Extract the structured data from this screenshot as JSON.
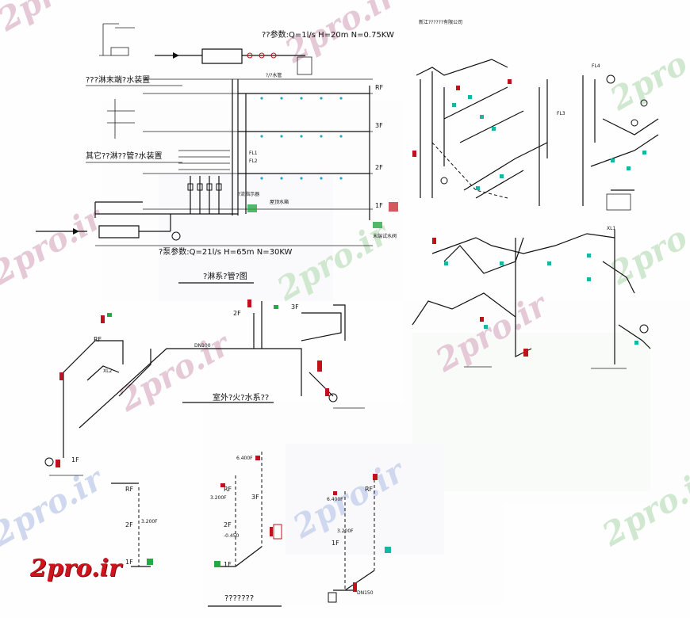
{
  "sheet": {
    "company_title": "新江??????有限公司",
    "pump_top_spec": "??参数:Q=1l/s   H=20m   N=0.75KW",
    "pump_bottom_spec": "?泵参数:Q=21l/s   H=65m   N=30KW",
    "label_end_device_1": "???淋末端?水装置",
    "label_end_device_2": "其它??淋??管?水装置",
    "title_system": "?淋系?管?图",
    "title_sprinkler": "室外?火?水系??",
    "title_bottom": "???????",
    "floor_labels": [
      "RF",
      "3F",
      "2F",
      "1F"
    ],
    "riser_labels": [
      "FL1",
      "FL2",
      "FL3",
      "FL4",
      "XL1",
      "XL2"
    ],
    "mark_a": "6.400F",
    "mark_b": "3.200F",
    "mark_c": "-0.450",
    "top_callout": "?/?水管",
    "dn_label": "DN100",
    "dn_label_2": "DN150",
    "rooftop_tank": "屋顶水箱",
    "valve_legend": "?流指示器",
    "test_valve": "末端试水阀"
  },
  "watermark": {
    "text": "2pro.ir"
  },
  "logo": {
    "text": "2pro.ir"
  }
}
